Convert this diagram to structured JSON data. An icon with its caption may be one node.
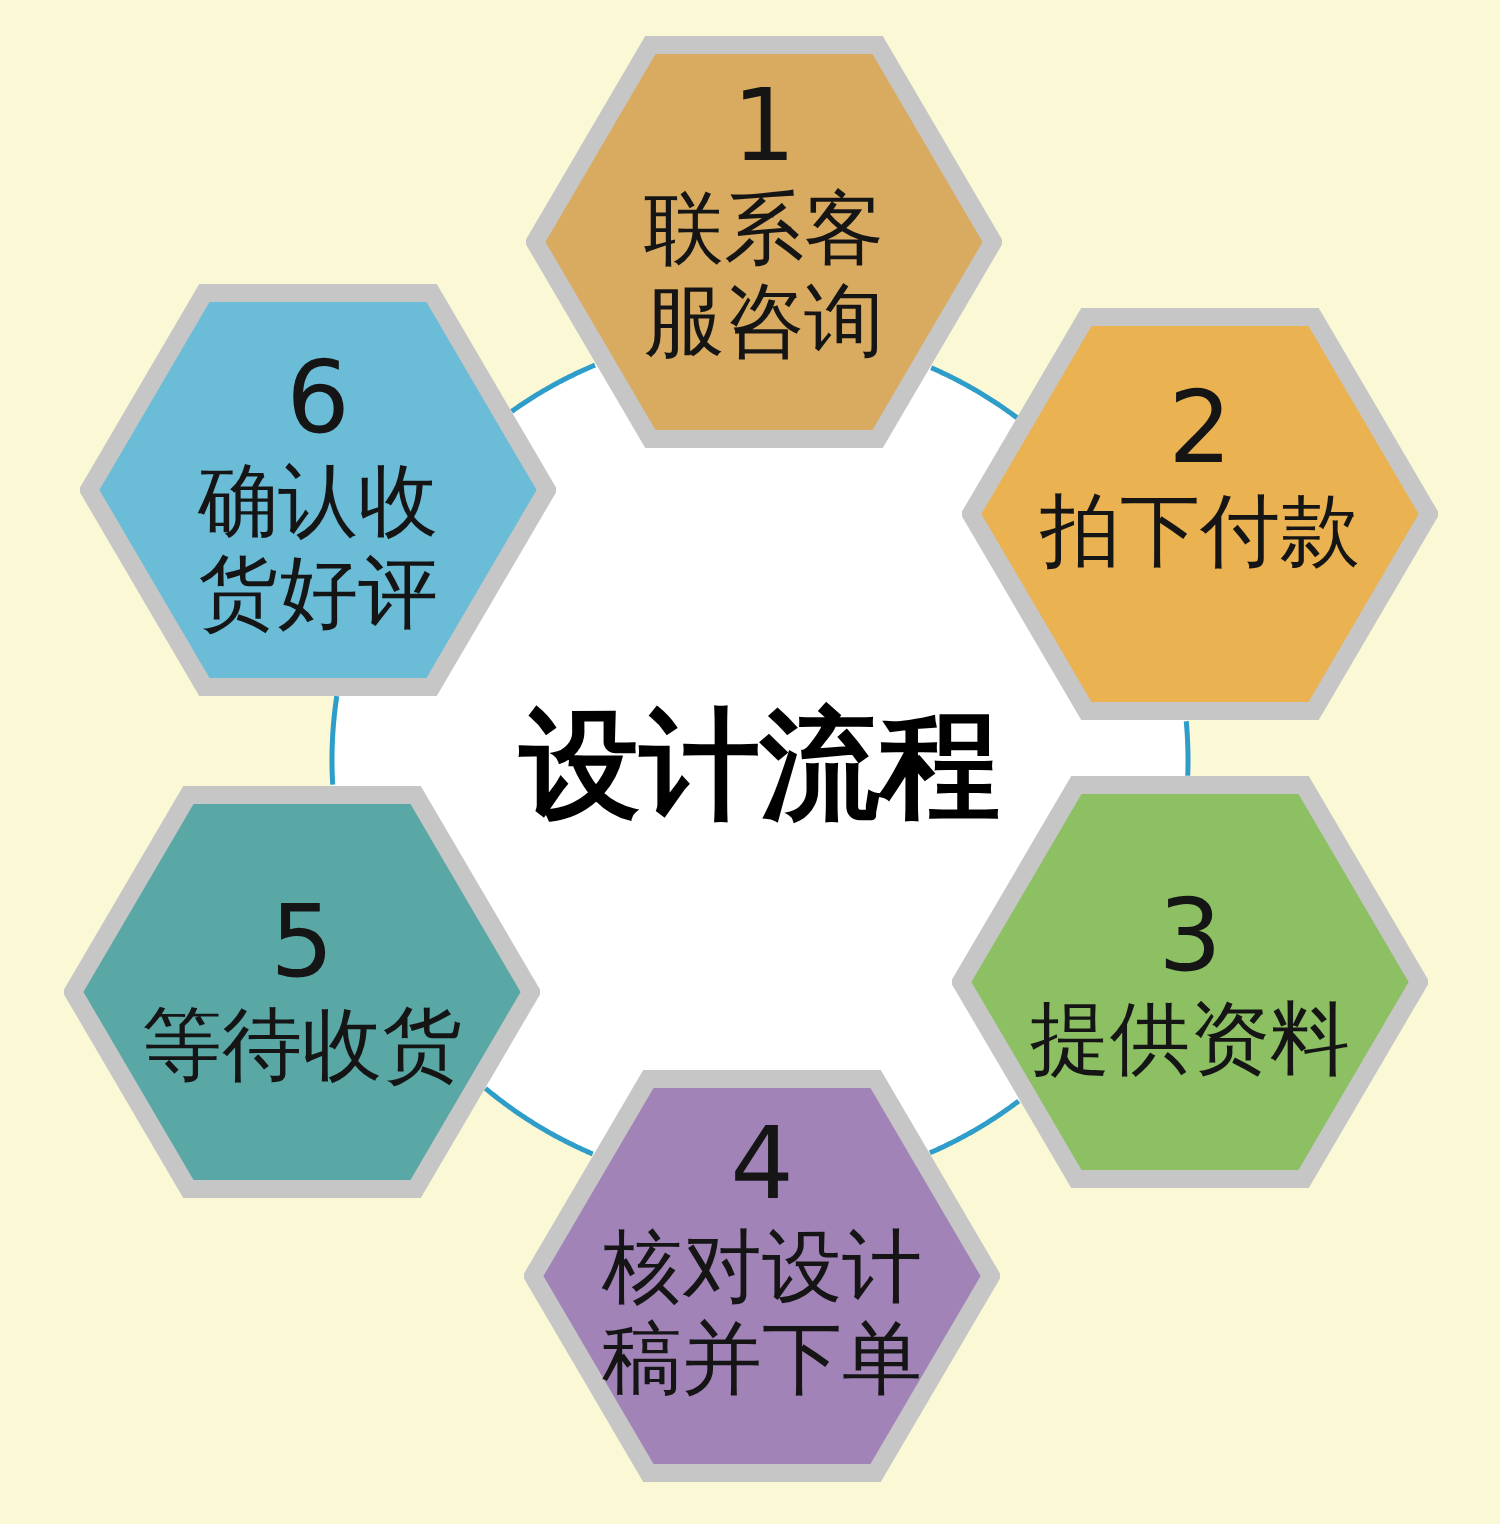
{
  "diagram": {
    "title": "设计流程",
    "nodes": [
      {
        "text": [
          "1",
          "联系客服咨询"
        ]
      },
      {
        "text": [
          "2",
          "拍下付款"
        ]
      },
      {
        "text": [
          "3",
          "提供资料"
        ]
      },
      {
        "text": [
          "4",
          "核对设计稿并下单"
        ]
      },
      {
        "text": [
          "5",
          "等待收货"
        ]
      },
      {
        "text": [
          "6",
          "确认收货好评"
        ]
      }
    ],
    "edges": [
      {
        "from": 0,
        "to": 1,
        "arrow": "none"
      },
      {
        "from": 1,
        "to": 2,
        "arrow": "none"
      },
      {
        "from": 2,
        "to": 3,
        "arrow": "none"
      },
      {
        "from": 3,
        "to": 4,
        "arrow": "none"
      },
      {
        "from": 4,
        "to": 5,
        "arrow": "none"
      },
      {
        "from": 5,
        "to": 0,
        "arrow": "none"
      }
    ]
  }
}
